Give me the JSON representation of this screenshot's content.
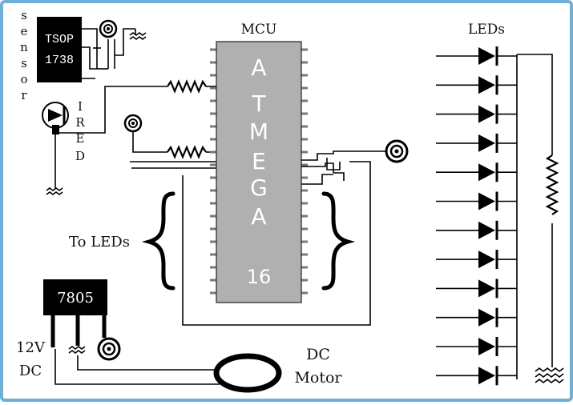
{
  "labels": {
    "mcu_title": "MCU",
    "leds_title": "LEDs",
    "sensor_vertical": [
      "s",
      "e",
      "n",
      "s",
      "o",
      "r"
    ],
    "tsop_line1": "TSOP",
    "tsop_line2": "1738",
    "ired_vertical": [
      "I",
      "R",
      "E",
      "D"
    ],
    "chip_letters": [
      "A",
      "T",
      "M",
      "E",
      "G",
      "A",
      "16"
    ],
    "to_leds": "To LEDs",
    "regulator": "7805",
    "supply_line1": "12V",
    "supply_line2": "DC",
    "motor_line1": "DC",
    "motor_line2": "Motor"
  },
  "diagram": {
    "led_count": 12,
    "colors": {
      "wire": "#000000",
      "border": "#6fb0d8",
      "chip_body": "#b0b0b0",
      "chip_text": "#ffffff",
      "component": "#000000"
    }
  }
}
